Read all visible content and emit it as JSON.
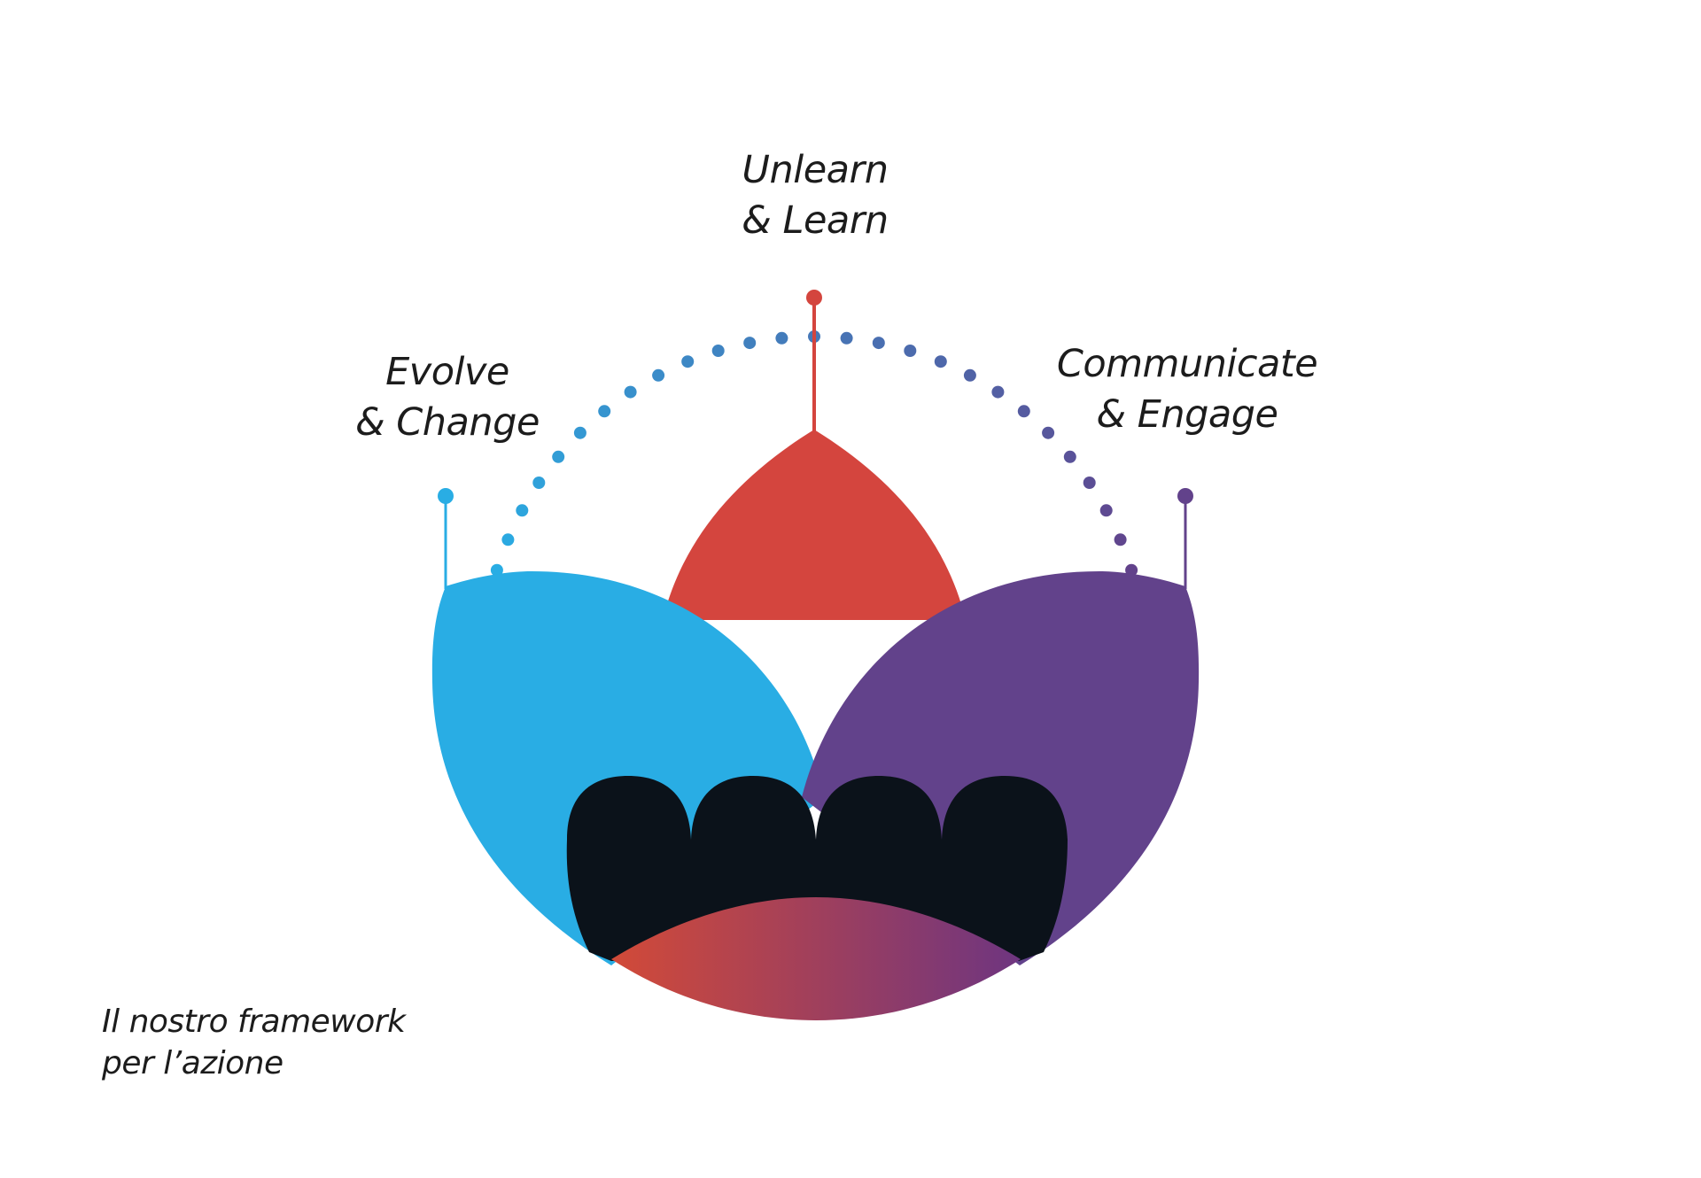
{
  "diagram": {
    "title": "Lotus framework",
    "labels": {
      "top": {
        "line1": "Unlearn",
        "line2": "& Learn",
        "color": "#D4453E"
      },
      "left": {
        "line1": "Evolve",
        "line2": "& Change",
        "color": "#29ADE4"
      },
      "right": {
        "line1": "Communicate",
        "line2": "& Engage",
        "color": "#62428B"
      }
    },
    "caption": {
      "line1": "Il nostro framework",
      "line2": "per l’azione"
    },
    "colors": {
      "blue": "#29ADE4",
      "red": "#D4453E",
      "purple": "#62428B",
      "base": "#0B121A",
      "gradient_start": "#D24A38",
      "gradient_end": "#6E3580",
      "text": "#1c1c1c"
    },
    "dotted_arc": {
      "dot_count": 27
    }
  }
}
